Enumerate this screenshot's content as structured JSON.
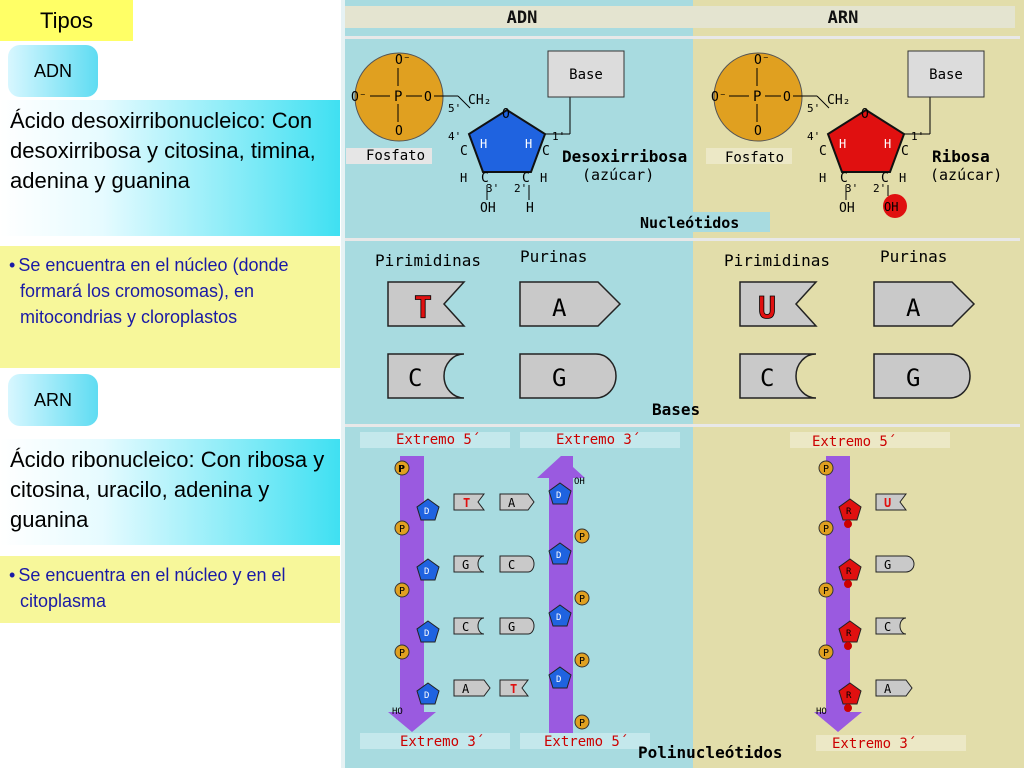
{
  "sidebar": {
    "tipos": "Tipos",
    "adn_label": "ADN",
    "adn_definition": "Ácido desoxirribonucleico: Con desoxirribosa y citosina, timina, adenina y guanina",
    "adn_location": "Se encuentra en el núcleo (donde formará los cromosomas), en mitocondrias y cloroplastos",
    "arn_label": "ARN",
    "arn_definition": "Ácido ribonucleico: Con ribosa y citosina, uracilo, adenina y guanina",
    "arn_location": "Se encuentra en el núcleo y en el citoplasma"
  },
  "diagram": {
    "header_adn": "ADN",
    "header_arn": "ARN",
    "nucleotides": {
      "section_label": "Nucleótidos",
      "o_minus": "O⁻",
      "o": "O",
      "p": "P",
      "ch2": "CH₂",
      "base": "Base",
      "fosfato": "Fosfato",
      "h": "H",
      "c": "C",
      "oh": "OH",
      "pos_5": "5'",
      "pos_4": "4'",
      "pos_3": "3'",
      "pos_2": "2'",
      "pos_1": "1'",
      "sugar_adn": "Desoxirribosa",
      "sugar_arn": "Ribosa",
      "azucar": "(azúcar)"
    },
    "bases": {
      "section_label": "Bases",
      "pirimidinas": "Pirimidinas",
      "purinas": "Purinas",
      "adn_pyr": [
        "T",
        "C"
      ],
      "adn_pur": [
        "A",
        "G"
      ],
      "arn_pyr": [
        "U",
        "C"
      ],
      "arn_pur": [
        "A",
        "G"
      ]
    },
    "polynucleotides": {
      "section_label": "Polinucleótidos",
      "extremo_5": "Extremo 5´",
      "extremo_3": "Extremo 3´",
      "p": "P",
      "d": "D",
      "r": "R",
      "oh": "OH",
      "ho": "HO",
      "dna_pairs": [
        [
          "T",
          "A"
        ],
        [
          "G",
          "C"
        ],
        [
          "C",
          "G"
        ],
        [
          "A",
          "T"
        ]
      ],
      "rna_bases": [
        "U",
        "G",
        "C",
        "A"
      ]
    }
  },
  "colors": {
    "dna_panel": "#a8dbe0",
    "rna_panel": "#e2ddaa",
    "phosphate": "#e0a020",
    "deoxyribose": "#1f63e0",
    "ribose": "#e01010",
    "strand_arrow": "#9a5ae0"
  }
}
